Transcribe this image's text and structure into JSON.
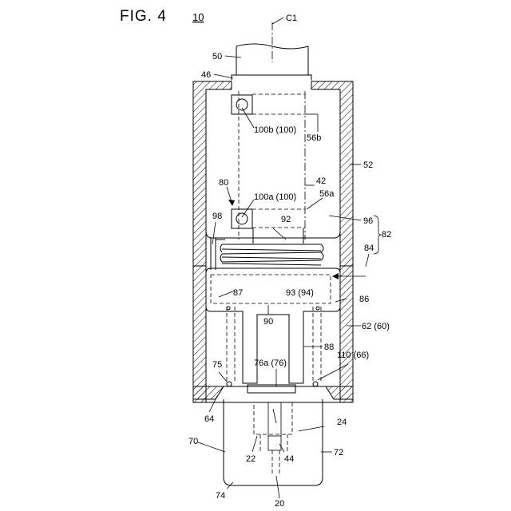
{
  "figure": {
    "title": "FIG. 4",
    "number": "10"
  },
  "labels": {
    "c1": "C1",
    "l50": "50",
    "l46": "46",
    "l100b": "100b (100)",
    "l56b": "56b",
    "l52": "52",
    "l42": "42",
    "l80": "80",
    "l100a": "100a (100)",
    "l56a": "56a",
    "l98": "98",
    "l92": "92",
    "l96": "96",
    "l82": "82",
    "l84": "84",
    "l87": "87",
    "l93": "93 (94)",
    "l86": "86",
    "l90": "90",
    "l62": "62 (60)",
    "l88": "88",
    "l110": "110 (66)",
    "l75": "75",
    "l76a": "76a (76)",
    "l64": "64",
    "l24": "24",
    "l70": "70",
    "l22": "22",
    "l44": "44",
    "l72": "72",
    "l74": "74",
    "l20": "20"
  }
}
